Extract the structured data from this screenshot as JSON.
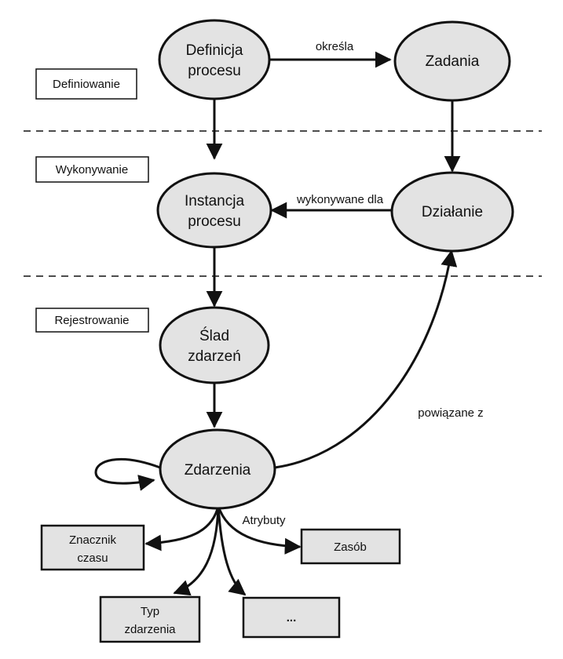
{
  "phases": {
    "definition": "Definiowanie",
    "execution": "Wykonywanie",
    "recording": "Rejestrowanie"
  },
  "nodes": {
    "process_definition": [
      "Definicja",
      "procesu"
    ],
    "tasks": [
      "Zadania"
    ],
    "process_instance": [
      "Instancja",
      "procesu"
    ],
    "activity": [
      "Działanie"
    ],
    "event_trace": [
      "Ślad",
      "zdarzeń"
    ],
    "events": [
      "Zdarzenia"
    ]
  },
  "edges": {
    "defines": "określa",
    "executed_for": "wykonywane dla",
    "related_to": "powiązane z"
  },
  "attributes": {
    "label": "Atrybuty",
    "timestamp": [
      "Znacznik",
      "czasu"
    ],
    "resource": [
      "Zasób"
    ],
    "event_type": [
      "Typ",
      "zdarzenia"
    ],
    "more": [
      "..."
    ]
  },
  "colors": {
    "node_fill": "#e3e3e3",
    "stroke": "#111111",
    "background": "#ffffff"
  }
}
